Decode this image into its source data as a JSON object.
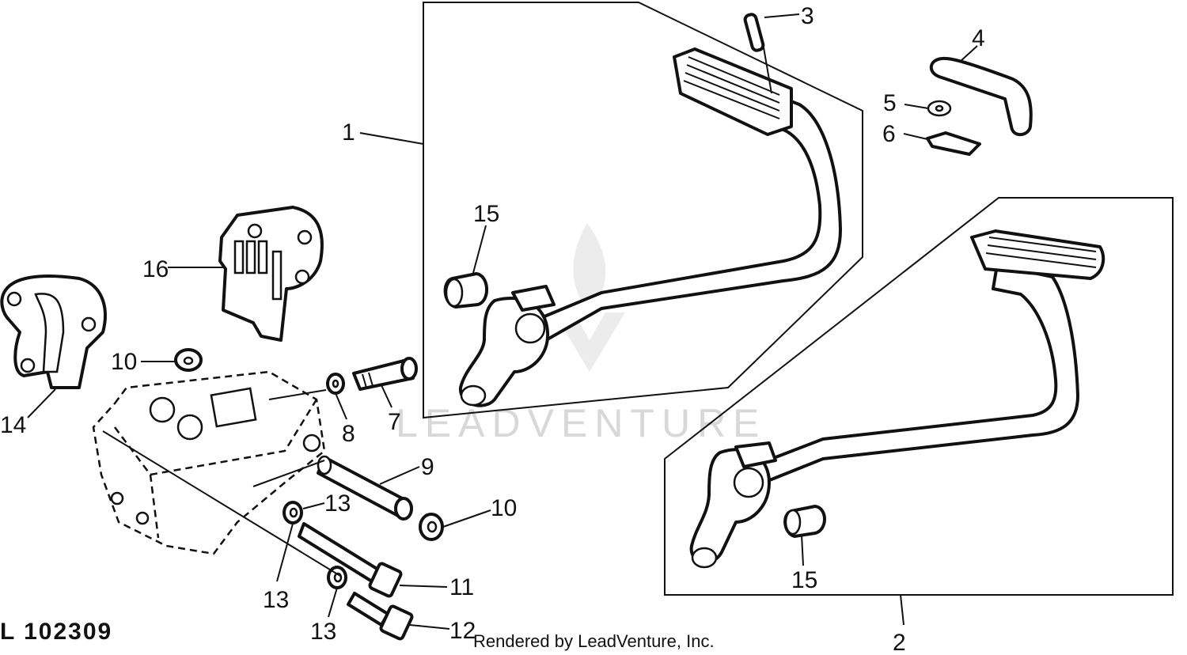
{
  "diagram": {
    "drawing_code": "L 102309",
    "credit": "Rendered by LeadVenture, Inc.",
    "watermark": "LEADVENTURE",
    "callouts": {
      "c1": "1",
      "c2": "2",
      "c3": "3",
      "c4": "4",
      "c5": "5",
      "c6": "6",
      "c7": "7",
      "c8": "8",
      "c9": "9",
      "c10a": "10",
      "c10b": "10",
      "c11": "11",
      "c12": "12",
      "c13a": "13",
      "c13b": "13",
      "c13c": "13",
      "c14": "14",
      "c15a": "15",
      "c15b": "15",
      "c16": "16"
    }
  }
}
